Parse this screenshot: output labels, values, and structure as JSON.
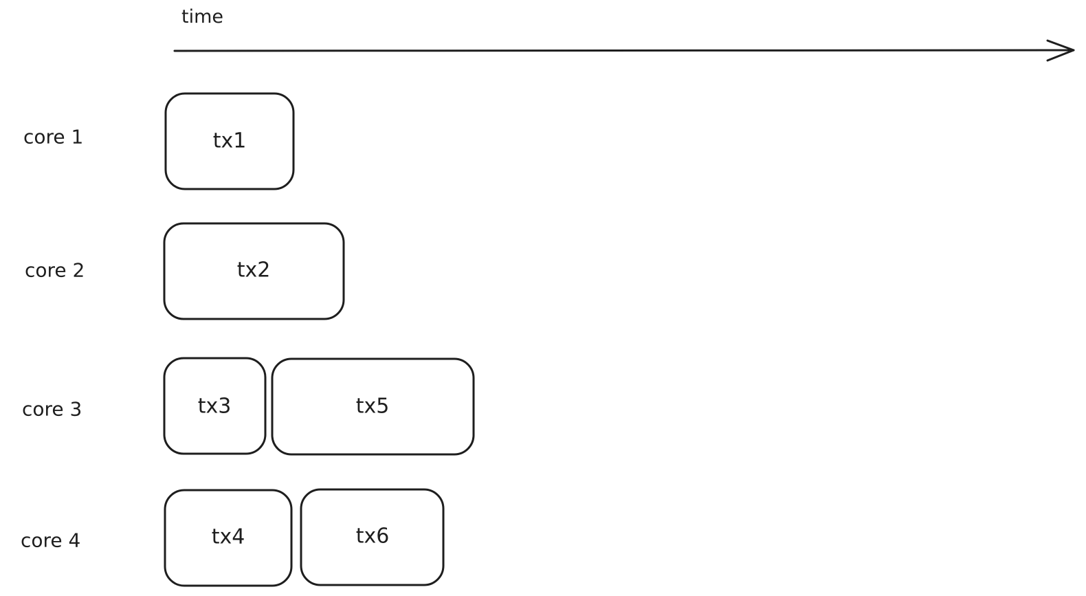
{
  "axis": {
    "label": "time"
  },
  "rows": [
    {
      "label": "core 1",
      "tasks": [
        "tx1"
      ]
    },
    {
      "label": "core 2",
      "tasks": [
        "tx2"
      ]
    },
    {
      "label": "core 3",
      "tasks": [
        "tx3",
        "tx5"
      ]
    },
    {
      "label": "core 4",
      "tasks": [
        "tx4",
        "tx6"
      ]
    }
  ],
  "colors": {
    "stroke": "#1e1e1e",
    "background": "#ffffff"
  }
}
